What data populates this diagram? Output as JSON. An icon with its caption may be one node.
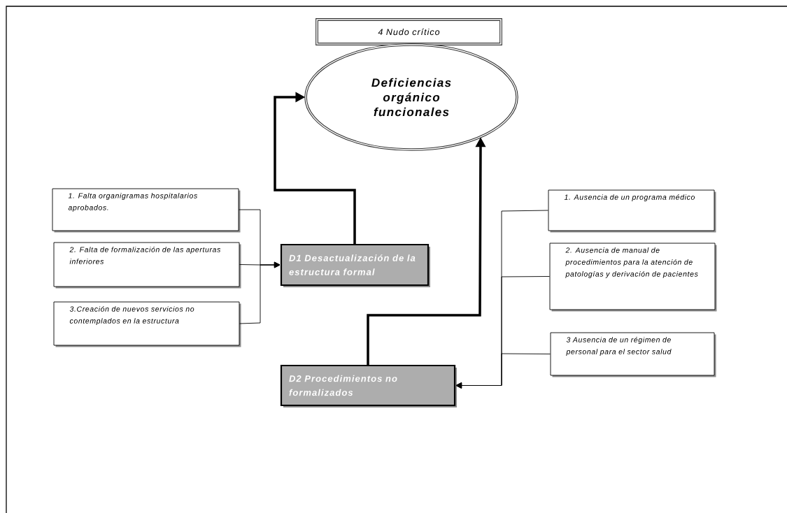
{
  "diagram": {
    "nodes": [
      {
        "text": [
          "4 Nudo crítico"
        ]
      },
      {
        "text": [
          "Deficiencias orgánico funcionales"
        ]
      },
      {
        "text": [
          "1. Falta organigramas hospitalarios aprobados."
        ]
      },
      {
        "text": [
          "2. Falta de formalización de las aperturas inferiores"
        ]
      },
      {
        "text": [
          "3.Creación de nuevos servicios no contemplados en la estructura"
        ]
      },
      {
        "text": [
          "D1 Desactualización de la estructura formal"
        ]
      },
      {
        "text": [
          "1. Ausencia de un programa médico"
        ]
      },
      {
        "text": [
          "2. Ausencia de manual de procedimientos para la atención de patologías y derivación de pacientes"
        ]
      },
      {
        "text": [
          "3 Ausencia de un régimen de personal para el sector salud"
        ]
      },
      {
        "text": [
          "D2 Procedimientos no formalizados"
        ]
      }
    ],
    "edges": [
      {
        "from": 2,
        "to": 5,
        "arrow": "to"
      },
      {
        "from": 3,
        "to": 5,
        "arrow": "to"
      },
      {
        "from": 4,
        "to": 5,
        "arrow": "to"
      },
      {
        "from": 5,
        "to": 1,
        "arrow": "to",
        "style": "thick"
      },
      {
        "from": 6,
        "to": 9,
        "arrow": "to"
      },
      {
        "from": 7,
        "to": 9,
        "arrow": "to"
      },
      {
        "from": 8,
        "to": 9,
        "arrow": "to"
      },
      {
        "from": 9,
        "to": 1,
        "arrow": "to",
        "style": "thick"
      }
    ]
  }
}
